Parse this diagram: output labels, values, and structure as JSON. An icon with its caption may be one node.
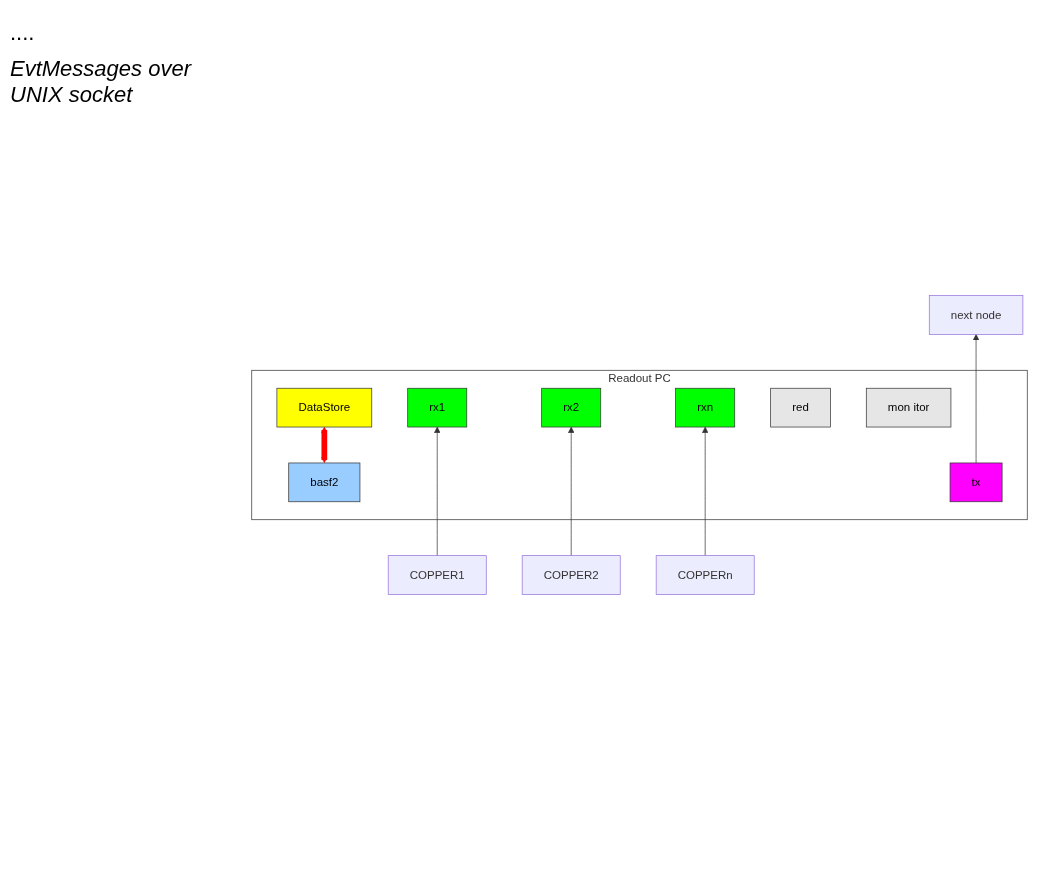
{
  "diagram": {
    "nodes": [
      {
        "text": [
          "Readout PC"
        ]
      },
      {
        "text": [
          "DataStore"
        ],
        "in": 0
      },
      {
        "text": [
          "basf2"
        ],
        "in": 0
      },
      {
        "text": [
          "rx1"
        ],
        "in": 0
      },
      {
        "text": [
          "rx2"
        ],
        "in": 0
      },
      {
        "text": [
          "rxn"
        ],
        "in": 0
      },
      {
        "text": [
          "red"
        ],
        "in": 0
      },
      {
        "text": [
          "mon itor"
        ],
        "in": 0
      },
      {
        "text": [
          "tx"
        ],
        "in": 0
      },
      {
        "text": [
          "COPPER1"
        ]
      },
      {
        "text": [
          "COPPER2"
        ]
      },
      {
        "text": [
          "COPPERn"
        ]
      },
      {
        "text": [
          "next node"
        ]
      }
    ],
    "edges": [
      {
        "from": 2,
        "to": 1,
        "arrow": "both",
        "style": "thick",
        "color": "#ff0000"
      },
      {
        "from": 9,
        "to": 3,
        "arrow": "to"
      },
      {
        "from": 10,
        "to": 4,
        "arrow": "to"
      },
      {
        "from": 11,
        "to": 5,
        "arrow": "to"
      },
      {
        "from": 8,
        "to": 12,
        "arrow": "to"
      }
    ],
    "labels": [
      "....",
      "EvtMessages over UNIX socket"
    ]
  }
}
